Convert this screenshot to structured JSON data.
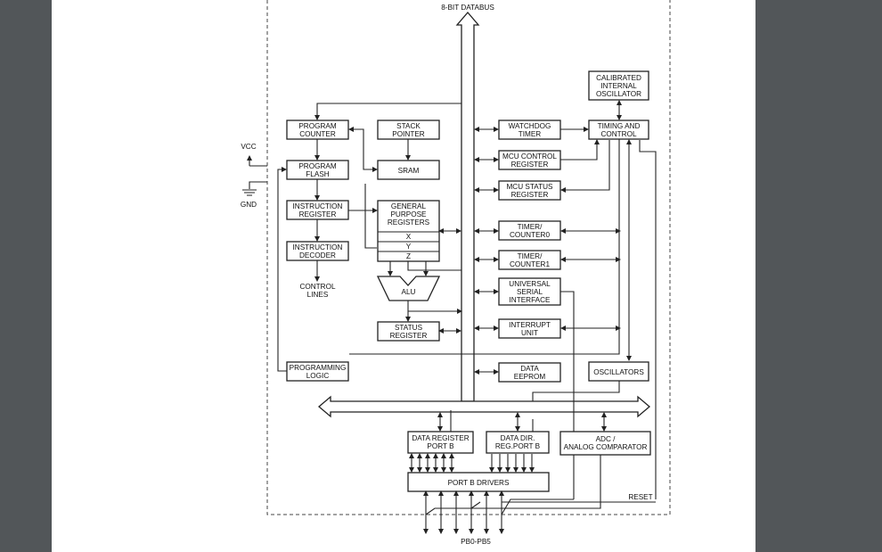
{
  "diagram": {
    "databus_label": "8-BIT DATABUS",
    "vcc_label": "VCC",
    "gnd_label": "GND",
    "control_lines": [
      "CONTROL",
      "LINES"
    ],
    "reset_label": "RESET",
    "pins_label": "PB0-PB5",
    "blocks": {
      "program_counter": [
        "PROGRAM",
        "COUNTER"
      ],
      "stack_pointer": [
        "STACK",
        "POINTER"
      ],
      "program_flash": [
        "PROGRAM",
        "FLASH"
      ],
      "sram": [
        "SRAM"
      ],
      "instruction_register": [
        "INSTRUCTION",
        "REGISTER"
      ],
      "general_purpose_registers": [
        "GENERAL",
        "PURPOSE",
        "REGISTERS"
      ],
      "reg_x": "X",
      "reg_y": "Y",
      "reg_z": "Z",
      "instruction_decoder": [
        "INSTRUCTION",
        "DECODER"
      ],
      "alu": "ALU",
      "status_register": [
        "STATUS",
        "REGISTER"
      ],
      "programming_logic": [
        "PROGRAMMING",
        "LOGIC"
      ],
      "calibrated_oscillator": [
        "CALIBRATED",
        "INTERNAL",
        "OSCILLATOR"
      ],
      "watchdog_timer": [
        "WATCHDOG",
        "TIMER"
      ],
      "timing_and_control": [
        "TIMING AND",
        "CONTROL"
      ],
      "mcu_control_register": [
        "MCU CONTROL",
        "REGISTER"
      ],
      "mcu_status_register": [
        "MCU STATUS",
        "REGISTER"
      ],
      "timer_counter0": [
        "TIMER/",
        "COUNTER0"
      ],
      "timer_counter1": [
        "TIMER/",
        "COUNTER1"
      ],
      "universal_serial_interface": [
        "UNIVERSAL",
        "SERIAL",
        "INTERFACE"
      ],
      "interrupt_unit": [
        "INTERRUPT",
        "UNIT"
      ],
      "data_eeprom": [
        "DATA",
        "EEPROM"
      ],
      "oscillators": [
        "OSCILLATORS"
      ],
      "data_register_port_b": [
        "DATA REGISTER",
        "PORT B"
      ],
      "data_dir_reg_port_b": [
        "DATA DIR.",
        "REG.PORT B"
      ],
      "adc_analog_comparator": [
        "ADC /",
        "ANALOG COMPARATOR"
      ],
      "port_b_drivers": [
        "PORT B DRIVERS"
      ]
    }
  }
}
